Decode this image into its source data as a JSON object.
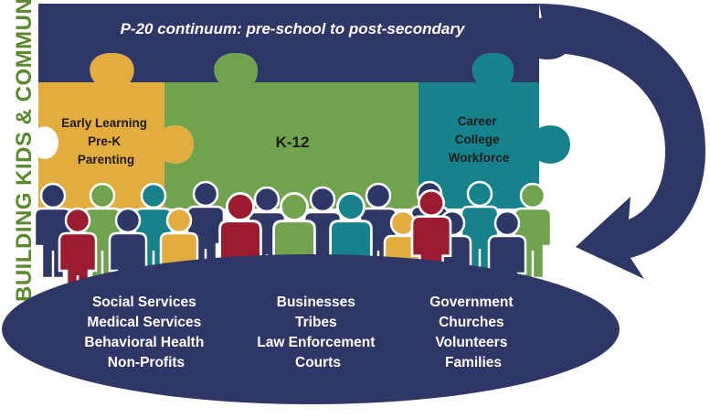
{
  "side_title": "BUILDING KIDS & COMMUNITY",
  "banner": {
    "text": "P-20 continuum: pre-school to post-secondary"
  },
  "pieces": [
    {
      "id": "early",
      "lines": [
        "Early Learning",
        "Pre-K",
        "Parenting"
      ]
    },
    {
      "id": "k12",
      "lines": [
        "K-12"
      ]
    },
    {
      "id": "career",
      "lines": [
        "Career",
        "College",
        "Workforce"
      ]
    }
  ],
  "community": {
    "columns": [
      [
        "Social Services",
        "Medical Services",
        "Behavioral Health",
        "Non-Profits"
      ],
      [
        "Businesses",
        "Tribes",
        "Law Enforcement",
        "Courts"
      ],
      [
        "Government",
        "Churches",
        "Volunteers",
        "Families"
      ]
    ]
  },
  "colors": {
    "navy": "#2e3766",
    "gold": "#e3ac3e",
    "green": "#6fa34e",
    "teal": "#16828b",
    "crimson": "#9b1b31",
    "side_title": "#5a8a2c"
  }
}
